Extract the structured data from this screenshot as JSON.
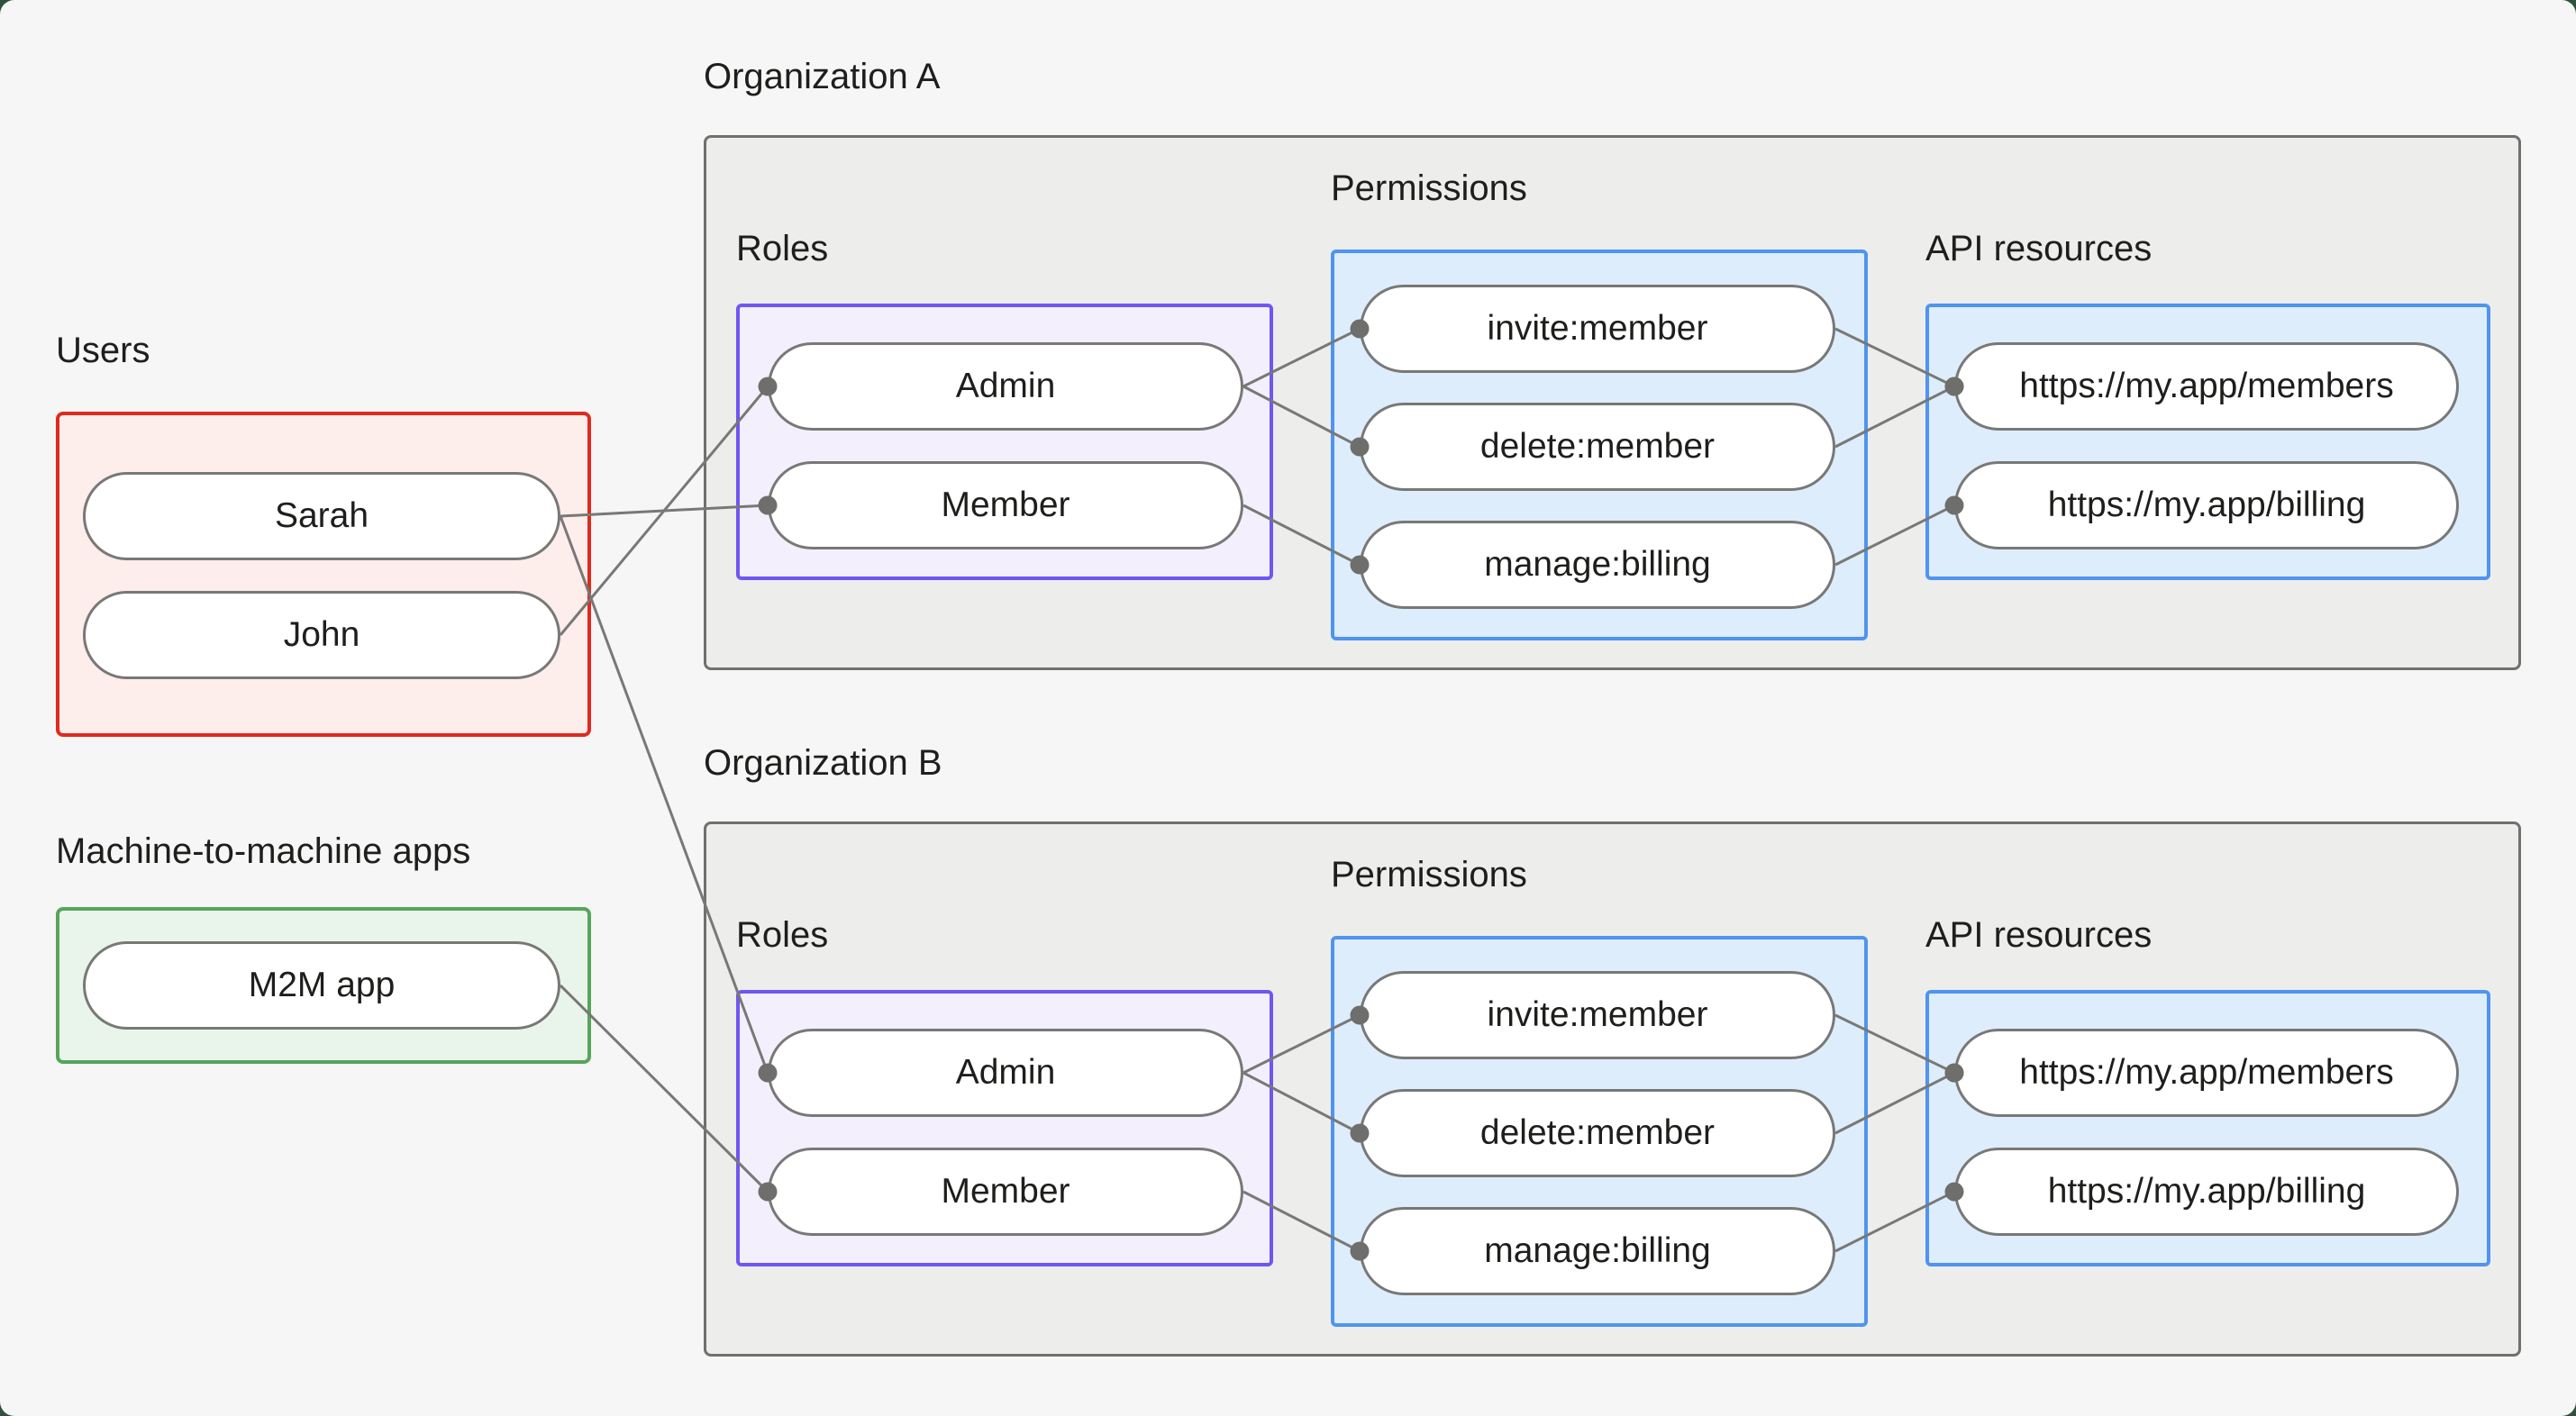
{
  "colors": {
    "backdrop": "#31503f",
    "page_bg": "#f5f6f5",
    "text": "#1e1e1c",
    "org_fill": "#ededeb",
    "org_border": "#70706e",
    "users_fill": "#fdedeb",
    "users_border": "#e02a1f",
    "m2m_fill": "#e9f5ea",
    "m2m_border": "#56a55b",
    "roles_fill": "#f4effc",
    "roles_border": "#7156f2",
    "blue_fill": "#deedfc",
    "blue_border": "#4f94ef",
    "node_fill": "#ffffff",
    "node_border": "#787876",
    "edge": "#787876",
    "dot": "#6e6e6c"
  },
  "groups": {
    "users": {
      "label": "Users",
      "items": [
        {
          "id": "sarah",
          "label": "Sarah"
        },
        {
          "id": "john",
          "label": "John"
        }
      ]
    },
    "m2m": {
      "label": "Machine-to-machine apps",
      "items": [
        {
          "id": "m2m",
          "label": "M2M app"
        }
      ]
    }
  },
  "orgs": [
    {
      "title": "Organization A",
      "roles": {
        "label": "Roles",
        "items": [
          {
            "id": "a-admin",
            "label": "Admin"
          },
          {
            "id": "a-member",
            "label": "Member"
          }
        ]
      },
      "permissions": {
        "label": "Permissions",
        "items": [
          {
            "id": "a-invite",
            "label": "invite:member"
          },
          {
            "id": "a-delete",
            "label": "delete:member"
          },
          {
            "id": "a-manage",
            "label": "manage:billing"
          }
        ]
      },
      "api": {
        "label": "API resources",
        "items": [
          {
            "id": "a-members",
            "label": "https://my.app/members"
          },
          {
            "id": "a-billing",
            "label": "https://my.app/billing"
          }
        ]
      }
    },
    {
      "title": "Organization B",
      "roles": {
        "label": "Roles",
        "items": [
          {
            "id": "b-admin",
            "label": "Admin"
          },
          {
            "id": "b-member",
            "label": "Member"
          }
        ]
      },
      "permissions": {
        "label": "Permissions",
        "items": [
          {
            "id": "b-invite",
            "label": "invite:member"
          },
          {
            "id": "b-delete",
            "label": "delete:member"
          },
          {
            "id": "b-manage",
            "label": "manage:billing"
          }
        ]
      },
      "api": {
        "label": "API resources",
        "items": [
          {
            "id": "b-members",
            "label": "https://my.app/members"
          },
          {
            "id": "b-billing",
            "label": "https://my.app/billing"
          }
        ]
      }
    }
  ],
  "edges": [
    {
      "from": "sarah",
      "to": "a-member"
    },
    {
      "from": "john",
      "to": "a-admin"
    },
    {
      "from": "sarah",
      "to": "b-admin"
    },
    {
      "from": "m2m",
      "to": "b-member"
    },
    {
      "from": "a-admin",
      "to": "a-invite"
    },
    {
      "from": "a-admin",
      "to": "a-delete"
    },
    {
      "from": "a-member",
      "to": "a-manage"
    },
    {
      "from": "a-invite",
      "to": "a-members"
    },
    {
      "from": "a-delete",
      "to": "a-members"
    },
    {
      "from": "a-manage",
      "to": "a-billing"
    },
    {
      "from": "b-admin",
      "to": "b-invite"
    },
    {
      "from": "b-admin",
      "to": "b-delete"
    },
    {
      "from": "b-member",
      "to": "b-manage"
    },
    {
      "from": "b-invite",
      "to": "b-members"
    },
    {
      "from": "b-delete",
      "to": "b-members"
    },
    {
      "from": "b-manage",
      "to": "b-billing"
    }
  ]
}
